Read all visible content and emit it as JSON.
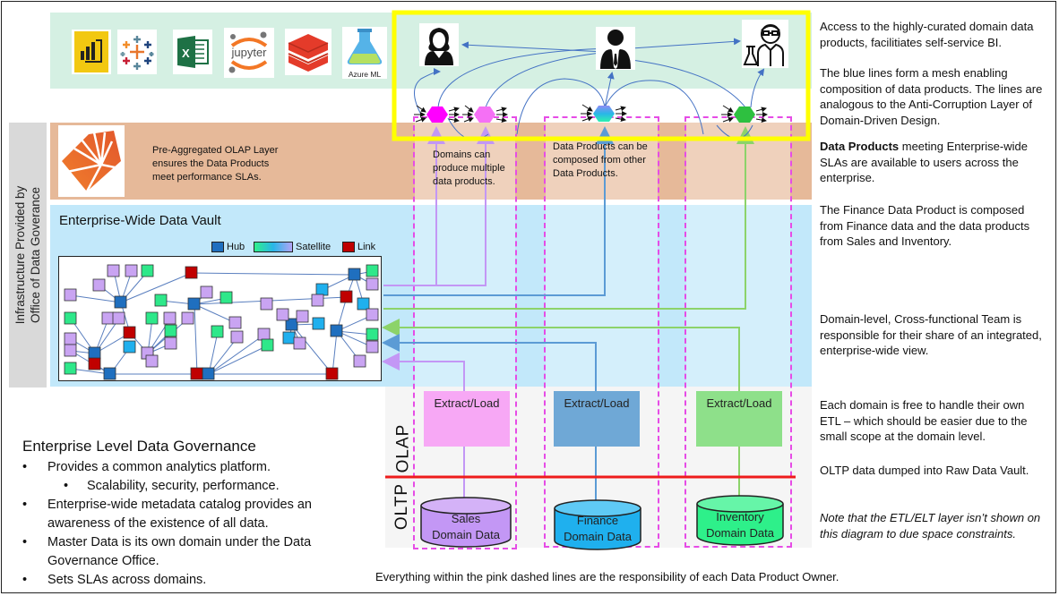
{
  "tools": [
    {
      "name": "power-bi",
      "label": ""
    },
    {
      "name": "tableau",
      "label": ""
    },
    {
      "name": "excel",
      "label": "X"
    },
    {
      "name": "jupyter",
      "label": "jupyter"
    },
    {
      "name": "databricks",
      "label": ""
    },
    {
      "name": "azure-ml",
      "label": "Azure ML"
    }
  ],
  "colors": {
    "tools_band": "#d5f0e3",
    "olap_band": "#e6b999",
    "vault_band": "#c2e8fa",
    "highlight": "#ffff00",
    "dashed_boundary": "#e64ce6",
    "oltp_olap_divider": "#ee1c1c",
    "hub": "#1f6fbf",
    "link": "#c00000",
    "mesh_line": "#4472c4",
    "sales": "#c397f5",
    "finance": "#5b9bd5",
    "inventory": "#8cd36a"
  },
  "olap_layer": {
    "description": "Pre-Aggregated OLAP Layer\nensures the Data Products\nmeet performance SLAs."
  },
  "infra_label": "Infrastructure Provided by\nOffice of Data Goverance",
  "data_vault": {
    "title": "Enterprise-Wide Data Vault",
    "legend": [
      {
        "label": "Hub",
        "color": "#1f6fbf"
      },
      {
        "label": "Satellite",
        "color": "gradient"
      },
      {
        "label": "Link",
        "color": "#c00000"
      }
    ]
  },
  "annotations": {
    "domains_multiple": "Domains can\nproduce multiple\ndata products.",
    "composed": "Data Products can be\ncomposed from other\nData Products."
  },
  "side_notes": [
    "Access to the highly-curated domain data products, facilitiates self-service BI.",
    "The blue lines form a mesh enabling composition of data products. The lines are analogous to the Anti-Corruption Layer of Domain-Driven Design.",
    {
      "bold": "Data Products",
      "rest": " meeting Enterprise-wide SLAs are available to users across the enterprise."
    },
    "The Finance Data Product is composed from Finance data and the data products from Sales and Inventory.",
    "Domain-level, Cross-functional Team is responsible for their share of an integrated, enterprise-wide view.",
    "Each domain is free to handle their own ETL – which should be easier due to the small scope at the domain level.",
    "OLTP data dumped into Raw Data Vault.",
    "Note that the ETL/ELT layer isn’t shown on this diagram to due space constraints."
  ],
  "layers": {
    "olap": "OLAP",
    "oltp": "OLTP"
  },
  "domains": [
    {
      "name": "sales",
      "extract_label": "Extract/Load",
      "db_label": "Sales\nDomain Data",
      "box_color": "#f7a8f5",
      "db_color": "#c397f5"
    },
    {
      "name": "finance",
      "extract_label": "Extract/Load",
      "db_label": "Finance\nDomain Data",
      "box_color": "#6fa8d6",
      "db_color": "#1fb0ee"
    },
    {
      "name": "inventory",
      "extract_label": "Extract/Load",
      "db_label": "Inventory\nDomain Data",
      "box_color": "#8ee08a",
      "db_color": "#2ef08a"
    }
  ],
  "governance": {
    "title": "Enterprise Level Data Governance",
    "items": [
      {
        "text": "Provides a common analytics platform.",
        "level": 1
      },
      {
        "text": "Scalability, security, performance.",
        "level": 2
      },
      {
        "text": "Enterprise-wide metadata catalog provides an awareness of the existence of all data.",
        "level": 1
      },
      {
        "text": "Master Data is its own domain under the Data Governance Office.",
        "level": 1
      },
      {
        "text": "Sets SLAs across domains.",
        "level": 1
      }
    ]
  },
  "footer": "Everything within the pink dashed lines are the responsibility of each Data Product Owner.",
  "consumers": [
    {
      "name": "business-woman"
    },
    {
      "name": "business-man"
    },
    {
      "name": "data-scientist"
    }
  ]
}
